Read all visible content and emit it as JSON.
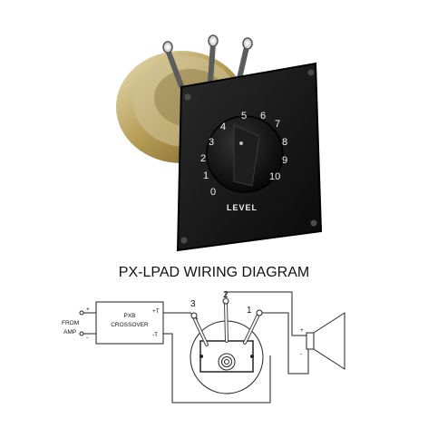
{
  "product": {
    "dial_numbers": [
      "0",
      "1",
      "2",
      "3",
      "4",
      "5",
      "6",
      "7",
      "8",
      "9",
      "10"
    ],
    "dial_label": "LEVEL"
  },
  "diagram": {
    "title": "PX-LPAD WIRING DIAGRAM",
    "source_label_1": "FROM",
    "source_label_2": "AMP",
    "crossover_line_1": "PXB",
    "crossover_line_2": "CROSSOVER",
    "in_plus": "+",
    "in_minus": "-",
    "out_plus": "+T",
    "out_minus": "-T",
    "terminal_1": "1",
    "terminal_2": "2",
    "terminal_3": "3",
    "speaker_plus": "+",
    "speaker_minus": "-"
  },
  "colors": {
    "faceplate": "#141414",
    "dial_text": "#f2f2f2",
    "wire": "#222222",
    "brass": "#b39a52"
  }
}
